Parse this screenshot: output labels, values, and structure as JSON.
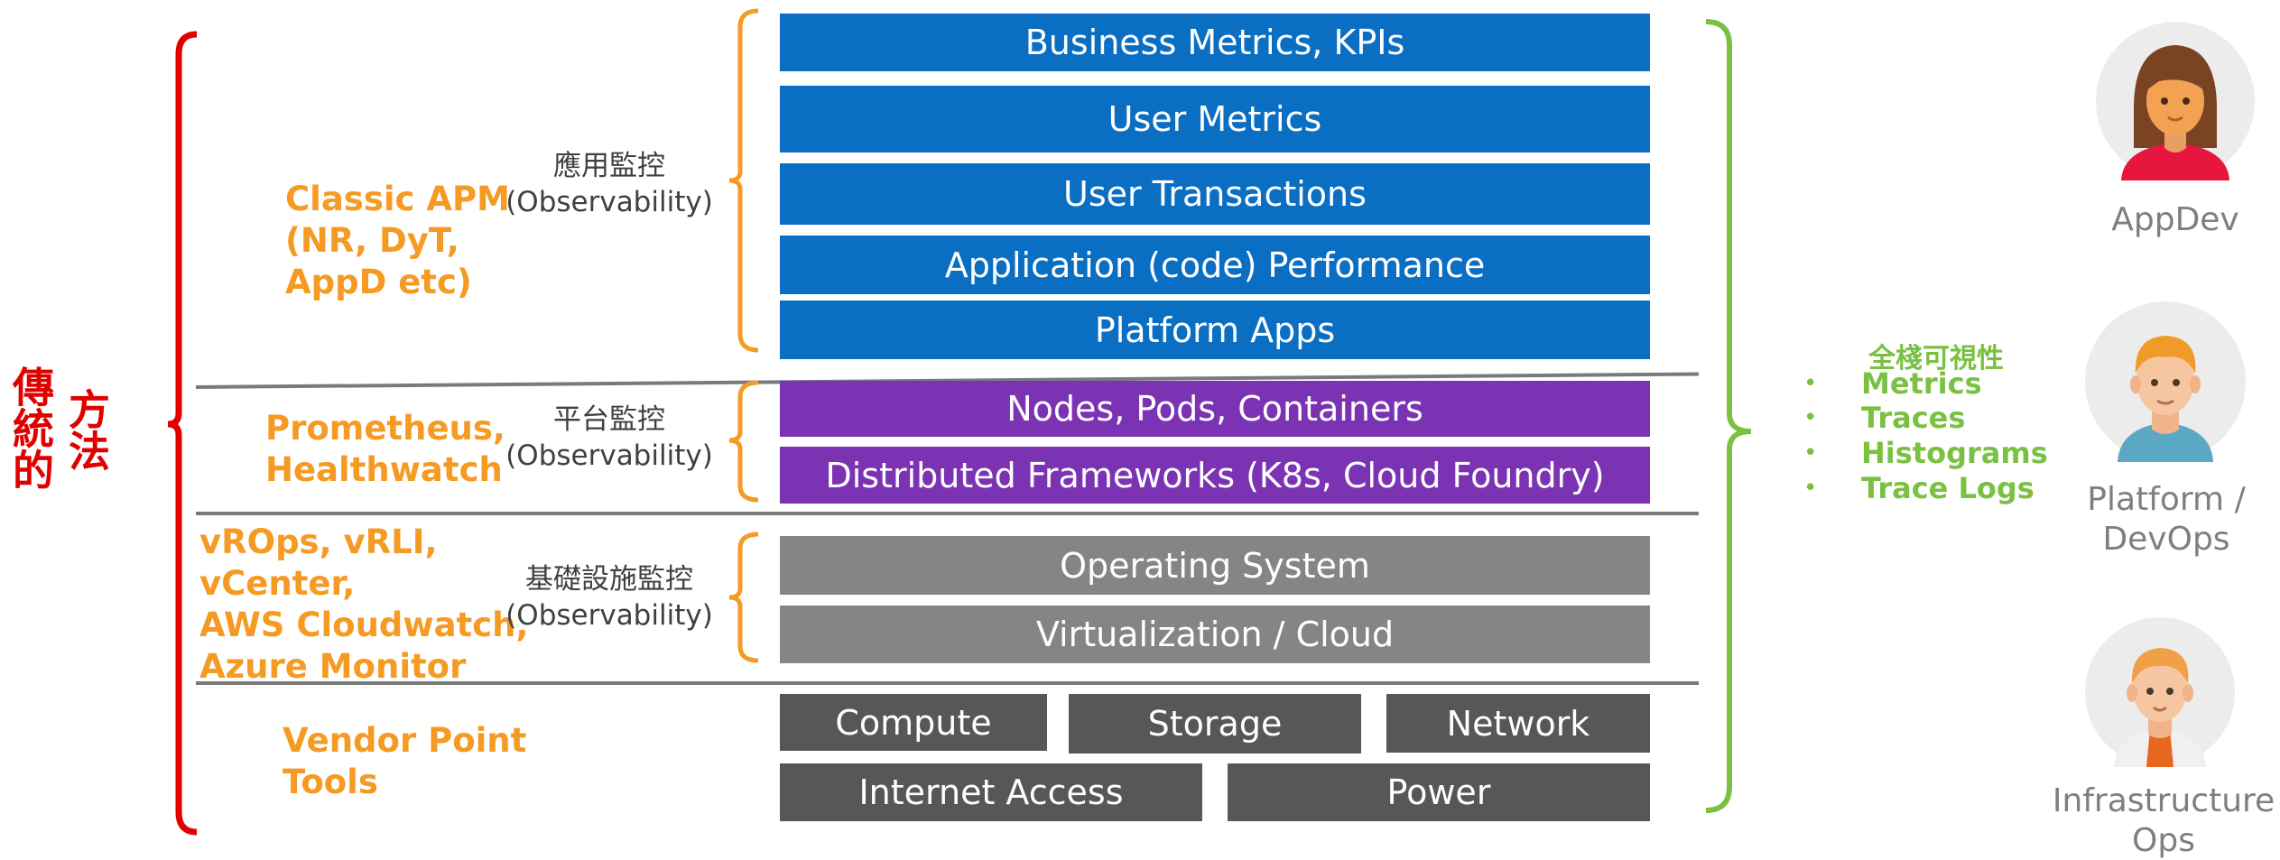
{
  "left_label": {
    "line1": "傳統的",
    "line2": "方法"
  },
  "tools": {
    "apm": "Classic APM\n(NR, DyT,\nAppD etc)",
    "prom": "Prometheus,\nHealthwatch",
    "vrops": "vROps, vRLI,\nvCenter,\nAWS Cloudwatch,\nAzure Monitor",
    "vendor": "Vendor Point\nTools"
  },
  "categories": {
    "app": "應用監控\n(Observability)",
    "platform": "平台監控\n(Observability)",
    "infra": "基礎設施監控\n(Observability)"
  },
  "layers": {
    "business": "Business Metrics, KPIs",
    "user_metrics": "User Metrics",
    "user_tx": "User Transactions",
    "app_perf": "Application (code) Performance",
    "platform_apps": "Platform Apps",
    "nodes": "Nodes, Pods, Containers",
    "frameworks": "Distributed Frameworks (K8s, Cloud Foundry)",
    "os": "Operating System",
    "virt": "Virtualization / Cloud",
    "compute": "Compute",
    "storage": "Storage",
    "network": "Network",
    "internet": "Internet Access",
    "power": "Power"
  },
  "full_stack": {
    "title": "全棧可視性",
    "items": [
      "Metrics",
      "Traces",
      "Histograms",
      "Trace Logs"
    ],
    "bullet": "•"
  },
  "personas": {
    "appdev": "AppDev",
    "platform": "Platform /\nDevOps",
    "infra": "Infrastructure\nOps"
  },
  "colors": {
    "blue": "#0a6fc3",
    "purple": "#7b33b4",
    "gray": "#858585",
    "dark_gray": "#575757",
    "orange": "#f59a23",
    "green": "#7ac143",
    "red": "#e00000"
  }
}
